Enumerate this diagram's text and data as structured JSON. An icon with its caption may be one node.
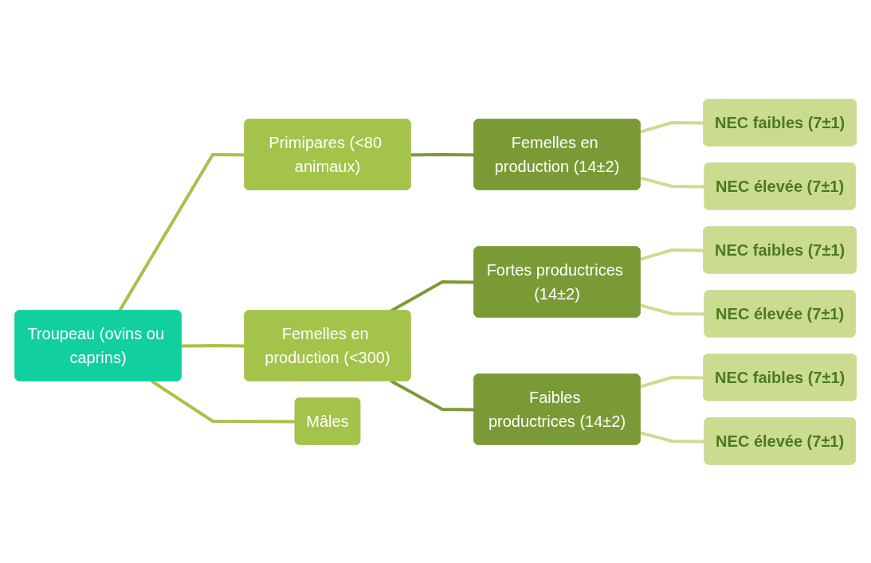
{
  "diagram": {
    "nodes": [
      {
        "text": [
          "Troupeau (ovins ou caprins)"
        ]
      },
      {
        "text": [
          "Primipares (<80 animaux)"
        ]
      },
      {
        "text": [
          "Femelles en production (<300)"
        ]
      },
      {
        "text": [
          "Mâles"
        ]
      },
      {
        "text": [
          "Femelles en production (14±2)"
        ]
      },
      {
        "text": [
          "Fortes productrices (14±2)"
        ]
      },
      {
        "text": [
          "Faibles productrices (14±2)"
        ]
      },
      {
        "text": [
          "NEC faibles (7±1)"
        ]
      },
      {
        "text": [
          "NEC élevée (7±1)"
        ]
      },
      {
        "text": [
          "NEC faibles (7±1)"
        ]
      },
      {
        "text": [
          "NEC élevée (7±1)"
        ]
      },
      {
        "text": [
          "NEC faibles (7±1)"
        ]
      },
      {
        "text": [
          "NEC élevée (7±1)"
        ]
      }
    ],
    "edges": [
      {
        "from": 0,
        "to": 1,
        "arrow": "none",
        "color": "#a4c34a"
      },
      {
        "from": 0,
        "to": 2,
        "arrow": "none",
        "color": "#a4c34a"
      },
      {
        "from": 0,
        "to": 3,
        "arrow": "none",
        "color": "#a4c34a"
      },
      {
        "from": 1,
        "to": 4,
        "arrow": "none",
        "color": "#7a9a35"
      },
      {
        "from": 2,
        "to": 5,
        "arrow": "none",
        "color": "#7a9a35"
      },
      {
        "from": 2,
        "to": 6,
        "arrow": "none",
        "color": "#7a9a35"
      },
      {
        "from": 4,
        "to": 7,
        "arrow": "none"
      },
      {
        "from": 4,
        "to": 8,
        "arrow": "none"
      },
      {
        "from": 5,
        "to": 9,
        "arrow": "none"
      },
      {
        "from": 5,
        "to": 10,
        "arrow": "none"
      },
      {
        "from": 6,
        "to": 11,
        "arrow": "none"
      },
      {
        "from": 6,
        "to": 12,
        "arrow": "none"
      }
    ]
  }
}
